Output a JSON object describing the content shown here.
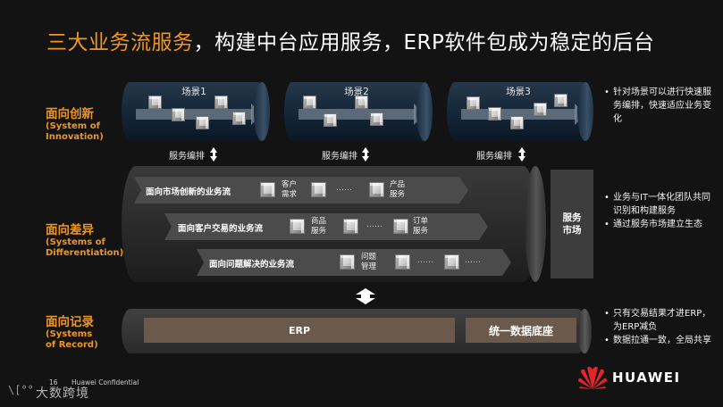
{
  "title": {
    "accent": "三大业务流服务",
    "rest": "，构建中台应用服务，ERP软件包成为稳定的后台"
  },
  "layers": [
    {
      "cn": "面向创新",
      "en1": "(System of",
      "en2": "Innovation)"
    },
    {
      "cn": "面向差异",
      "en1": "(Systems of",
      "en2": "Differentiation)"
    },
    {
      "cn": "面向记录",
      "en1": "(Systems",
      "en2": "of Record)"
    }
  ],
  "scenarios": [
    "场景1",
    "场景2",
    "场景3"
  ],
  "orchestration_label": "服务编排",
  "flows": [
    {
      "label": "面向市场创新的业务流",
      "svc1": [
        "客户",
        "需求"
      ],
      "dots": "……",
      "svc2": [
        "产品",
        "服务"
      ]
    },
    {
      "label": "面向客户交易的业务流",
      "svc1": [
        "商品",
        "服务"
      ],
      "dots": "……",
      "svc2": [
        "订单",
        "服务"
      ]
    },
    {
      "label": "面向问题解决的业务流",
      "svc1": [
        "问题",
        "管理"
      ],
      "dots": "……",
      "dots2": "……"
    }
  ],
  "market": [
    "服务",
    "市场"
  ],
  "erp_label": "ERP",
  "data_label": "统一数据底座",
  "bullets": {
    "top": [
      "针对场景可以进行快速服务编排，快速适应业务变化"
    ],
    "mid": [
      "业务与IT一体化团队共同识别和构建服务",
      "通过服务市场建立生态"
    ],
    "bot": [
      "只有交易结果才进ERP，为ERP减负",
      "数据拉通一致，全局共享"
    ]
  },
  "footer": {
    "page": "16",
    "confidential": "Huawei Confidential"
  },
  "watermark": {
    "logo": "\\[°°",
    "text": "大数跨境"
  },
  "brand": "HUAWEI",
  "colors": {
    "accent": "#f0961e",
    "huawei_red": "#e3242b",
    "bar_brown": "#6b5a4c"
  }
}
